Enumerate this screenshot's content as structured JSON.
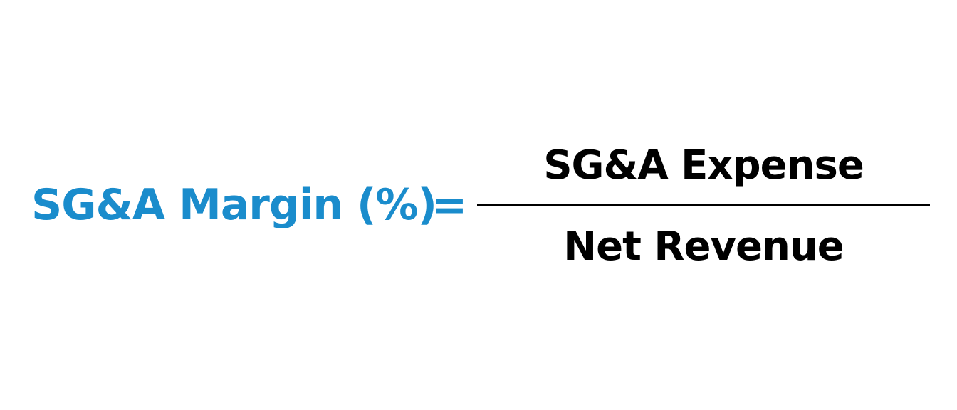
{
  "formula": {
    "lhs": "SG&A Margin (%)",
    "operator": "=",
    "numerator": "SG&A Expense",
    "denominator": "Net Revenue"
  },
  "colors": {
    "lhs": "#1a8ccc",
    "operator": "#1a8ccc",
    "fraction_text": "#000000",
    "fraction_bar": "#000000",
    "background": "#ffffff"
  }
}
